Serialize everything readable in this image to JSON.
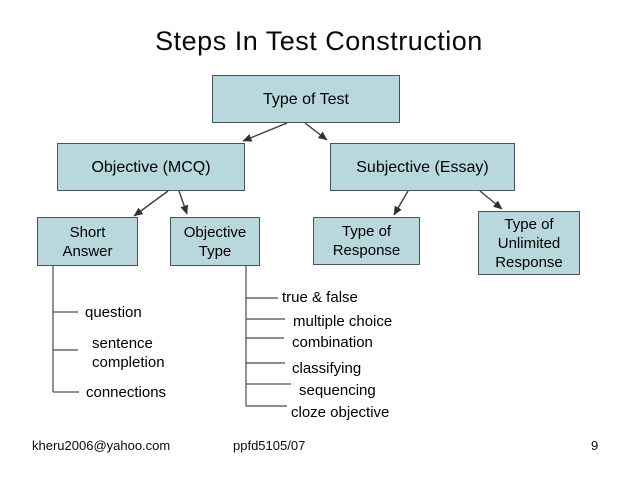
{
  "slide": {
    "title": "Steps In Test Construction",
    "footer": {
      "email": "kheru2006@yahoo.com",
      "code": "ppfd5105/07",
      "page_number": "9"
    }
  },
  "diagram": {
    "nodes": {
      "type_of_test": "Type of Test",
      "objective_mcq": "Objective (MCQ)",
      "subjective_essay": "Subjective (Essay)",
      "short_answer": "Short Answer",
      "objective_type": "Objective Type",
      "type_of_response": "Type of Response",
      "type_of_unlimited_response": "Type of Unlimited Response"
    },
    "short_answer_items": [
      "question",
      "sentence completion",
      "connections"
    ],
    "objective_type_items": [
      "true & false",
      "multiple choice",
      "combination",
      "classifying",
      "sequencing",
      "cloze objective"
    ]
  },
  "colors": {
    "node_fill": "#b8d8de",
    "node_border": "#46555a",
    "connector": "#3f3f3f",
    "tree_line": "#4a4a4a"
  }
}
